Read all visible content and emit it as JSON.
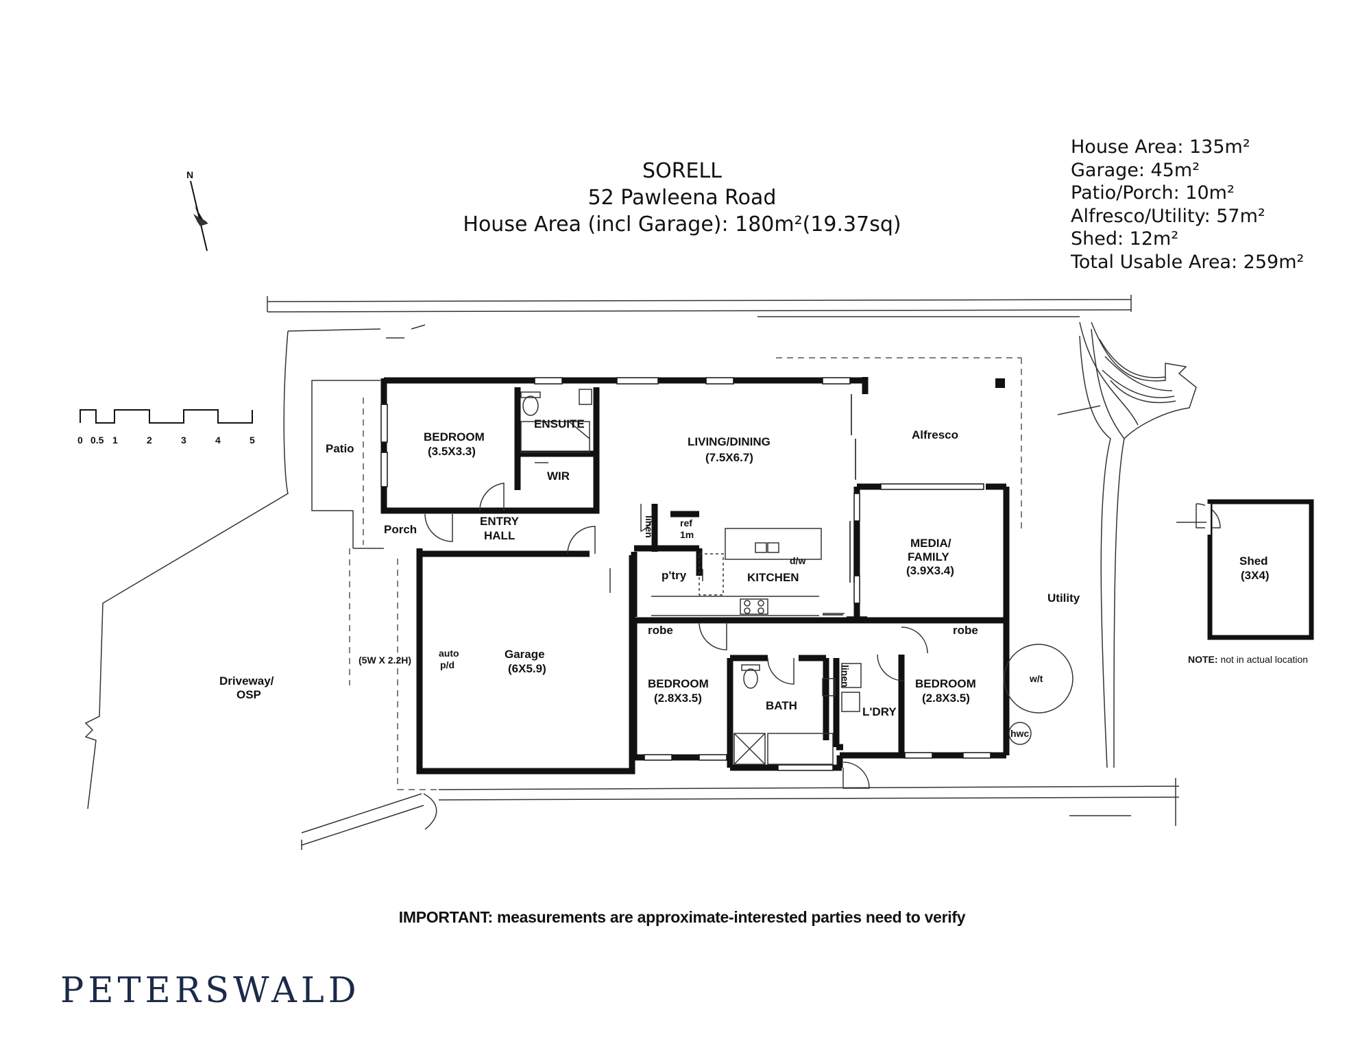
{
  "header": {
    "title": "SORELL",
    "address": "52 Pawleena Road",
    "house_area": "House Area (incl Garage): 180m²(19.37sq)"
  },
  "areas": [
    "House Area: 135m²",
    "Garage: 45m²",
    "Patio/Porch: 10m²",
    "Alfresco/Utility: 57m²",
    "Shed: 12m²",
    "Total Usable Area: 259m²"
  ],
  "compass": {
    "label": "N"
  },
  "scale": {
    "ticks": [
      "0",
      "0.5",
      "1",
      "2",
      "3",
      "4",
      "5"
    ]
  },
  "rooms": {
    "patio": "Patio",
    "bedroom1": "BEDROOM",
    "bedroom1_size": "(3.5X3.3)",
    "ensuite": "ENSUITE",
    "wir": "WIR",
    "living": "LIVING/DINING",
    "living_size": "(7.5X6.7)",
    "alfresco": "Alfresco",
    "porch": "Porch",
    "entry": "ENTRY",
    "hall": "HALL",
    "linen1": "linen",
    "ref": "ref",
    "ref_size": "1m",
    "media": "MEDIA/",
    "family": "FAMILY",
    "media_size": "(3.9X3.4)",
    "pantry": "p'try",
    "dw": "d/w",
    "kitchen": "KITCHEN",
    "utility": "Utility",
    "wt": "w/t",
    "hwc": "hwc",
    "shed": "Shed",
    "shed_size": "(3X4)",
    "shed_note_bold": "NOTE:",
    "shed_note_rest": " not in actual location",
    "robe1": "robe",
    "robe2": "robe",
    "driveway": "Driveway/",
    "osp": "OSP",
    "door_size": "(5W X 2.2H)",
    "auto": "auto",
    "pd": "p/d",
    "garage": "Garage",
    "garage_size": "(6X5.9)",
    "bedroom2": "BEDROOM",
    "bedroom2_size": "(2.8X3.5)",
    "bath": "BATH",
    "linen2": "linen",
    "laundry": "L'DRY",
    "bedroom3": "BEDROOM",
    "bedroom3_size": "(2.8X3.5)"
  },
  "footer": {
    "important_bold": "IMPORTANT:",
    "important_rest": " measurements are approximate-interested parties need to verify",
    "brand": "PETERSWALD"
  },
  "colors": {
    "brand": "#1b2a48",
    "ink": "#111111"
  }
}
